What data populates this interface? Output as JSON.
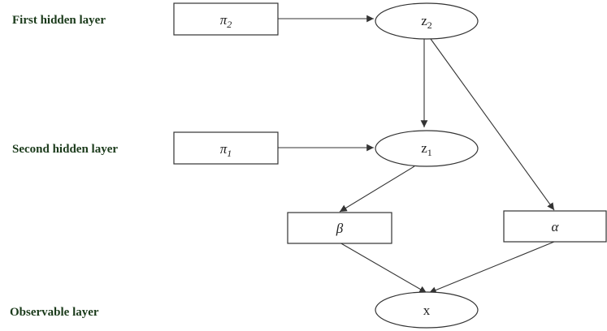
{
  "layers": {
    "first": "First hidden layer",
    "second": "Second hidden layer",
    "observable": "Observable layer"
  },
  "nodes": {
    "pi2": {
      "base": "π",
      "sub": "2"
    },
    "z2": {
      "base": "z",
      "sub": "2"
    },
    "pi1": {
      "base": "π",
      "sub": "1"
    },
    "z1": {
      "base": "z",
      "sub": "1"
    },
    "beta": {
      "label": "β"
    },
    "alpha": {
      "label": "α"
    },
    "x": {
      "label": "x"
    }
  },
  "colors": {
    "label_text": "#1a3a1a",
    "stroke": "#333333"
  }
}
